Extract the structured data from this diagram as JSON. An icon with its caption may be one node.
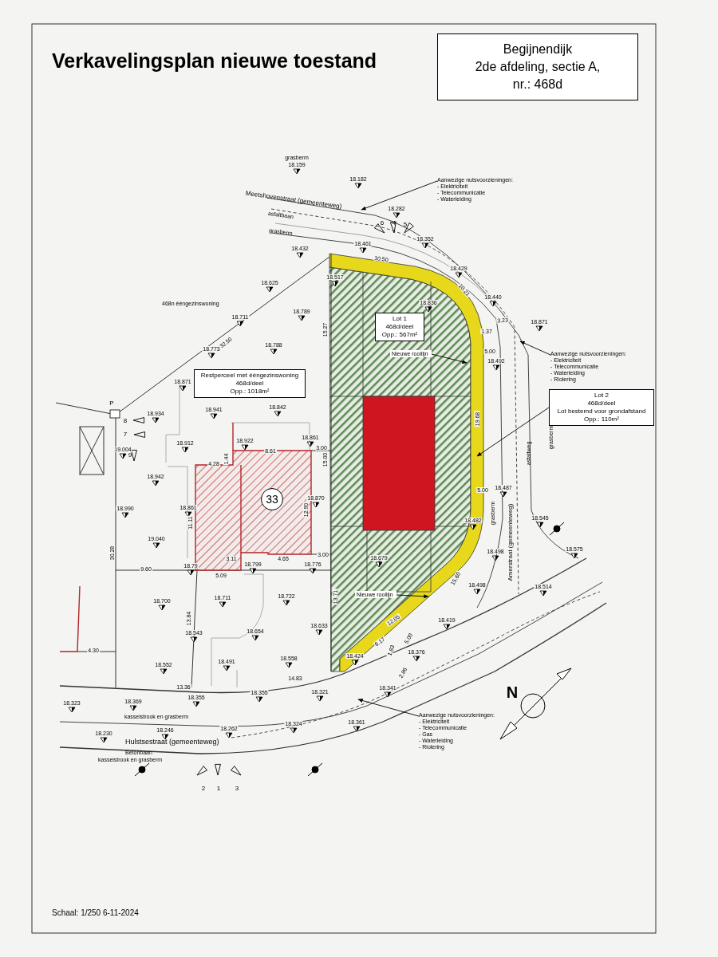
{
  "diagram": {
    "title": "Verkavelingsplan nieuwe toestand",
    "nodes": [
      {
        "text": [
          "Begijnendijk",
          "2de afdeling, sectie A,",
          "nr.: 468d"
        ]
      },
      {
        "text": [
          "Restperceel met ééngezinswoning",
          "468d/deel",
          "Opp.: 1018m²"
        ]
      },
      {
        "text": [
          "Lot 1",
          "468d/deel",
          "Opp.: 567m²"
        ]
      },
      {
        "text": [
          "Lot 2",
          "468d/deel",
          "Lot bestemd voor grondafstand",
          "Opp.: 110m²"
        ]
      },
      {
        "text": [
          "Aanwezige nutsvoorzieningen:",
          "- Elektriciteit",
          "- Telecommunicatie",
          "- Waterleiding"
        ]
      },
      {
        "text": [
          "Aanwezige nutsvoorzieningen:",
          "- Elektriciteit",
          "- Telecommunicatie",
          "- Waterleiding",
          "- Riolering"
        ]
      },
      {
        "text": [
          "Aanwezige nutsvoorzieningen:",
          "- Elektriciteit",
          "- Telecommunicatie",
          "- Gas",
          "- Waterleiding",
          "- Riolering"
        ]
      },
      {
        "text": [
          "Nieuwe rooilijn"
        ]
      },
      {
        "text": [
          "Nieuwe rooilijn"
        ]
      },
      {
        "text": [
          "33"
        ]
      }
    ],
    "edges": [
      {
        "from": 4,
        "to": null,
        "arrow": "to"
      },
      {
        "from": 5,
        "to": null,
        "arrow": "to"
      },
      {
        "from": 6,
        "to": null,
        "arrow": "to"
      },
      {
        "from": 7,
        "to": null,
        "arrow": "to"
      },
      {
        "from": 8,
        "to": null,
        "arrow": "to"
      },
      {
        "from": 3,
        "to": null,
        "arrow": "to"
      }
    ],
    "labels": [
      "grasberm",
      "18.159",
      "18.182",
      "Meetshovenstraat (gemeenteweg)",
      "asfaltbaan",
      "18.282",
      "6",
      "4",
      "5",
      "grasberm",
      "18.461",
      "18.352",
      "18.432",
      "10.50",
      "10.21",
      "18.517",
      "18.429",
      "18.440",
      "18.625",
      "468n ééngezinswoning",
      "18.789",
      "18.711",
      "15.27",
      "32.50",
      "18.788",
      "18.773",
      "1.37",
      "3.23",
      "18.871",
      "5.00",
      "18.492",
      "18.871",
      "18.836",
      "Amerstraat (gemeenteweg)",
      "asfaltweg",
      "grasberm",
      "grasberm",
      "19.68",
      "P",
      "8",
      "7",
      "9",
      "18.934",
      "18.941",
      "18.842",
      "18.922",
      "18.861",
      "18.912",
      "19.004",
      "4.28",
      "1.44",
      "8.61",
      "3.00",
      "15.00",
      "18.942",
      "18.990",
      "18.861",
      "11.11",
      "12.90",
      "18.870",
      "18.487",
      "5.00",
      "19.040",
      "18.482",
      "18.545",
      "30.28",
      "9.60",
      "3.11",
      "4.65",
      "3.00",
      "18.79",
      "5.09",
      "18.799",
      "18.776",
      "18.679",
      "18.575",
      "18.498",
      "15.60",
      "13.71",
      "18.498",
      "18.514",
      "18.700",
      "18.711",
      "18.722",
      "12.05",
      "18.419",
      "13.84",
      "18.543",
      "18.654",
      "18.633",
      "6.17",
      "5.00",
      "4.30",
      "18.376",
      "18.424",
      "18.491",
      "18.558",
      "18.552",
      "1.83",
      "2.86",
      "14.83",
      "13.36",
      "18.321",
      "18.341",
      "18.355",
      "18.355",
      "18.369",
      "18.323",
      "kasseistrook en grasberm",
      "18.324",
      "18.361",
      "18.262",
      "18.246",
      "18.230",
      "Hulstsestraat (gemeenteweg)",
      "Betonbaan",
      "kasseistrook en grasberm",
      "2",
      "1",
      "3",
      "N",
      "Schaal: 1/250 6-11-2024"
    ]
  }
}
